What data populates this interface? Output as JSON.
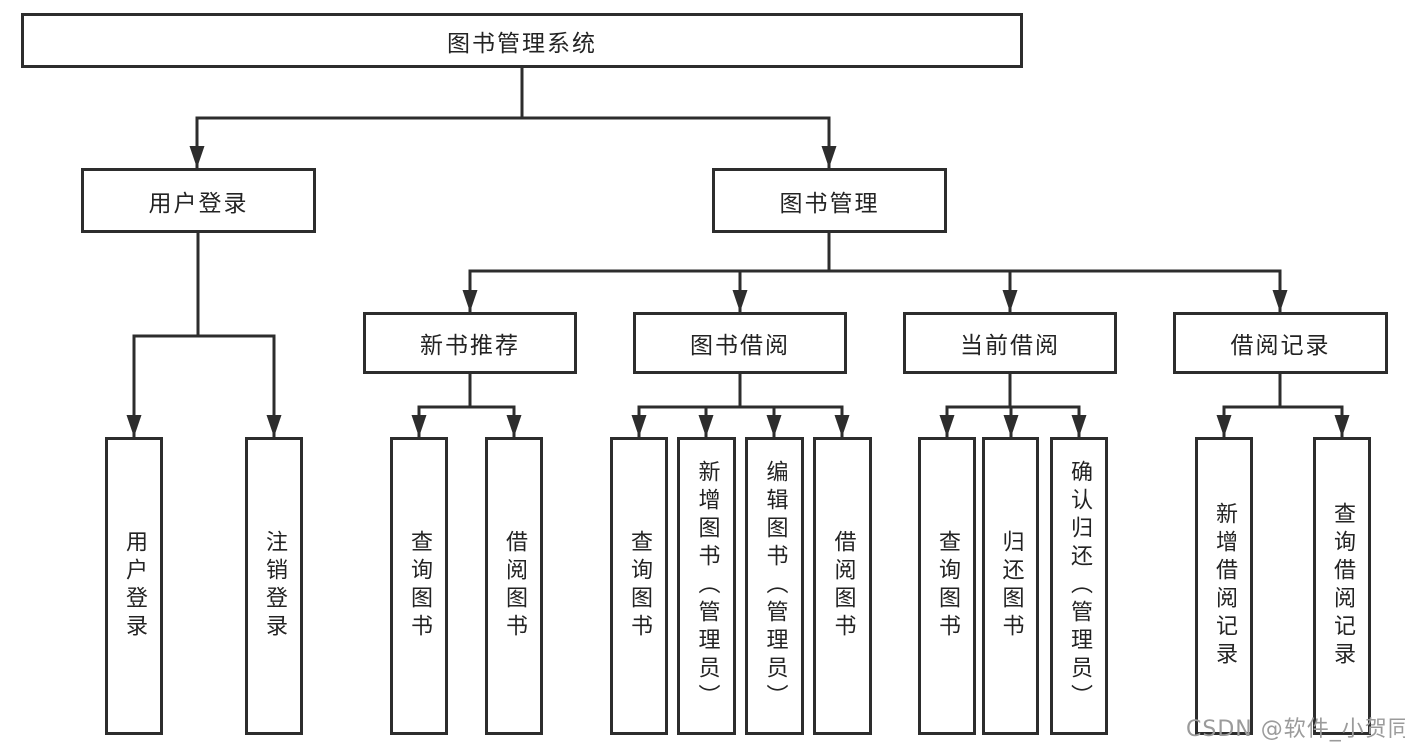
{
  "diagram": {
    "type": "tree",
    "colors": {
      "line": "#2d2d2d",
      "box_border": "#2d2d2d",
      "box_fill": "#ffffff",
      "text": "#232323",
      "background": "#ffffff",
      "watermark": "#9b9b9b"
    },
    "root": {
      "id": "system",
      "label": "图书管理系统",
      "children": [
        {
          "id": "user-login",
          "label": "用户登录",
          "children": [
            {
              "id": "login-leaf",
              "label": "用户登录"
            },
            {
              "id": "logout-leaf",
              "label": "注销登录"
            }
          ]
        },
        {
          "id": "book-management",
          "label": "图书管理",
          "children": [
            {
              "id": "new-book-recommend",
              "label": "新书推荐",
              "children": [
                {
                  "id": "nbr-query-books",
                  "label": "查询图书"
                },
                {
                  "id": "nbr-borrow-books",
                  "label": "借阅图书"
                }
              ]
            },
            {
              "id": "book-borrowing",
              "label": "图书借阅",
              "children": [
                {
                  "id": "bb-query-books",
                  "label": "查询图书"
                },
                {
                  "id": "bb-add-books-admin",
                  "label": "新增图书（管理员）"
                },
                {
                  "id": "bb-edit-books-admin",
                  "label": "编辑图书（管理员）"
                },
                {
                  "id": "bb-borrow-books",
                  "label": "借阅图书"
                }
              ]
            },
            {
              "id": "current-borrowing",
              "label": "当前借阅",
              "children": [
                {
                  "id": "cb-query-books",
                  "label": "查询图书"
                },
                {
                  "id": "cb-return-books",
                  "label": "归还图书"
                },
                {
                  "id": "cb-confirm-return-admin",
                  "label": "确认归还（管理员）"
                }
              ]
            },
            {
              "id": "borrowing-records",
              "label": "借阅记录",
              "children": [
                {
                  "id": "br-add-record",
                  "label": "新增借阅记录"
                },
                {
                  "id": "br-query-record",
                  "label": "查询借阅记录"
                }
              ]
            }
          ]
        }
      ]
    },
    "watermark": {
      "text": "CSDN @软件_小贺同学"
    }
  }
}
